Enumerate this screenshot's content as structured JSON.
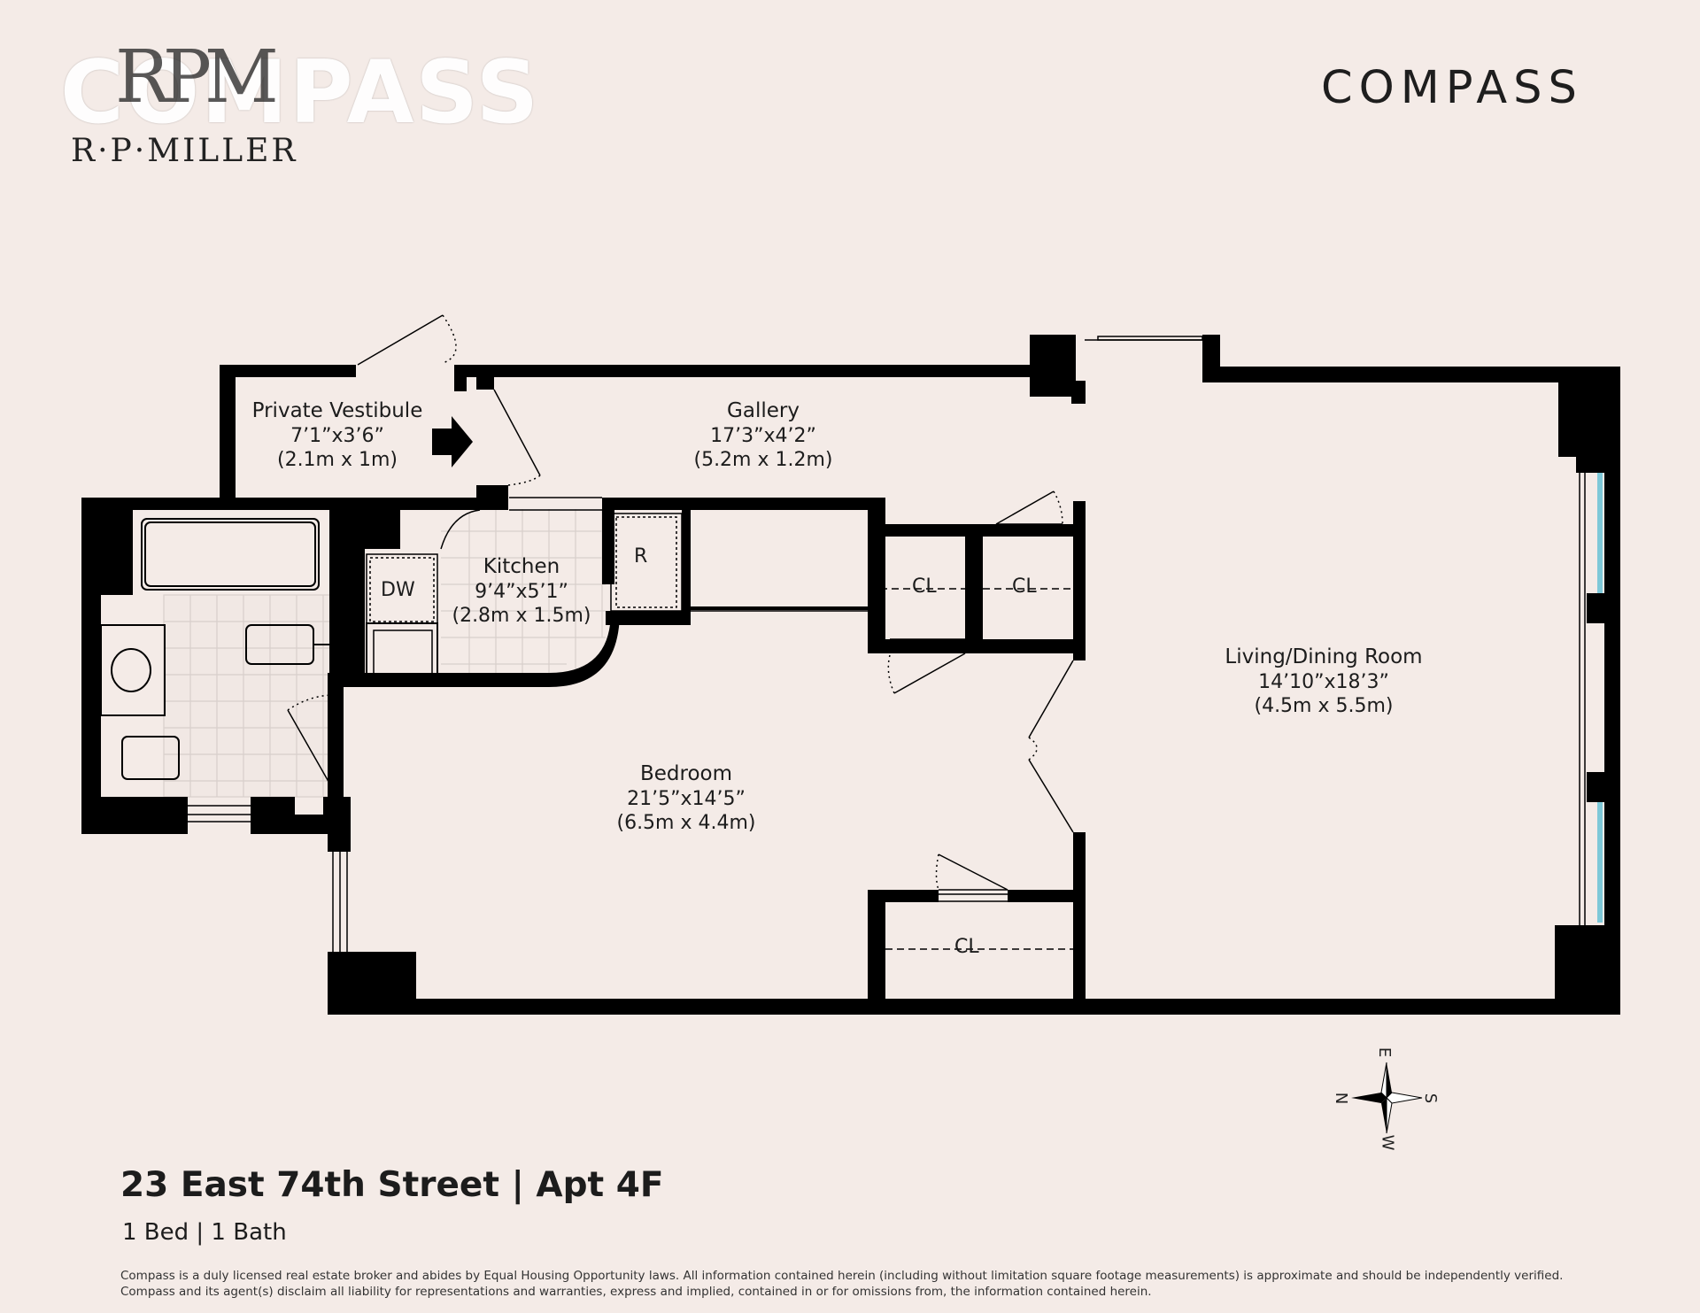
{
  "branding": {
    "compass_logo": "COMPASS",
    "compass_watermark": "COMPASS",
    "rpm_monogram": "RPM",
    "rpm_name": "R·P·MILLER"
  },
  "rooms": {
    "vestibule": {
      "name": "Private Vestibule",
      "dim_imperial": "7’1”x3’6”",
      "dim_metric": "(2.1m x 1m)"
    },
    "gallery": {
      "name": "Gallery",
      "dim_imperial": "17’3”x4’2”",
      "dim_metric": "(5.2m x 1.2m)"
    },
    "kitchen": {
      "name": "Kitchen",
      "dim_imperial": "9’4”x5’1”",
      "dim_metric": "(2.8m x 1.5m)"
    },
    "bedroom": {
      "name": "Bedroom",
      "dim_imperial": "21’5”x14’5”",
      "dim_metric": "(6.5m x 4.4m)"
    },
    "living": {
      "name": "Living/Dining Room",
      "dim_imperial": "14’10”x18’3”",
      "dim_metric": "(4.5m x 5.5m)"
    }
  },
  "fixtures": {
    "dishwasher": "DW",
    "refrigerator": "R",
    "closet_1": "CL",
    "closet_2": "CL",
    "closet_3": "CL"
  },
  "compass_rose": {
    "north": "N",
    "south": "S",
    "east": "E",
    "west": "W"
  },
  "listing": {
    "address": "23 East 74th Street | Apt 4F",
    "summary": "1 Bed | 1 Bath"
  },
  "disclaimer": {
    "line1": "Compass is a duly licensed real estate broker and abides by Equal Housing Opportunity laws.  All information contained herein (including without limitation square footage measurements) is approximate and should be independently verified.",
    "line2": "Compass and its agent(s) disclaim all liability for representations and warranties, express and implied, contained in or for omissions from, the information contained herein."
  },
  "colors": {
    "background": "#f4ebe7",
    "walls": "#000000",
    "window_glass": "#7ec8d8"
  }
}
